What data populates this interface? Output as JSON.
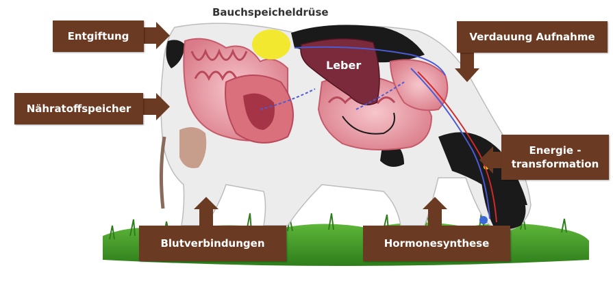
{
  "labels": {
    "entgiftung": "Entgiftung",
    "naehrstoffspeicher": "Nähratoffspeicher",
    "bauchspeicheldruese": "Bauchspeicheldrüse",
    "leber": "Leber",
    "verdauung": "Verdauung Aufnahme",
    "energie_line1": "Energie -",
    "energie_line2": "transformation",
    "blutverbindungen": "Blutverbindungen",
    "hormonesynthese": "Hormonesynthese"
  },
  "colors": {
    "label_box": "#6b3a22",
    "pancreas": "#f2e830",
    "liver": "#7a2a3a",
    "intestine": "#e99aa3",
    "grass": "#3f9a2a",
    "arrow_blue": "#4a5bd6",
    "arrow_red": "#d02a2a"
  }
}
